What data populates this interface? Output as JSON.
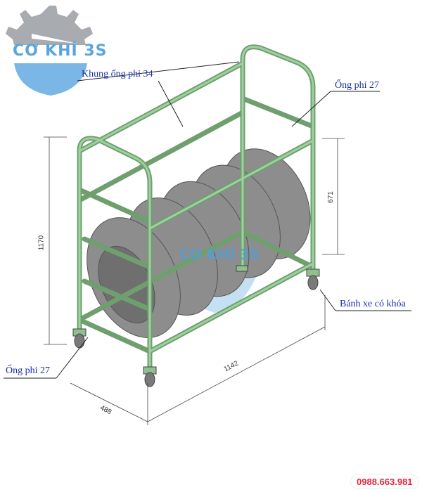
{
  "logo": {
    "text": "CƠ KHÍ 3S"
  },
  "watermark": {
    "text": "CƠ KHÍ 3S"
  },
  "labels": {
    "frame": "Khung ống phi 34",
    "tube_top": "Ống phi 27",
    "tube_bottom": "Ống phi 27",
    "wheel": "Bánh xe có khóa"
  },
  "dimensions": {
    "height": "1170",
    "shelf_height": "671",
    "depth": "488",
    "length": "1142"
  },
  "contact": {
    "phone": "0988.663.981"
  },
  "colors": {
    "frame": "#8fc08f",
    "tire": "#8a8a8a",
    "label": "#1a2fa8",
    "phone": "#e0283c"
  }
}
